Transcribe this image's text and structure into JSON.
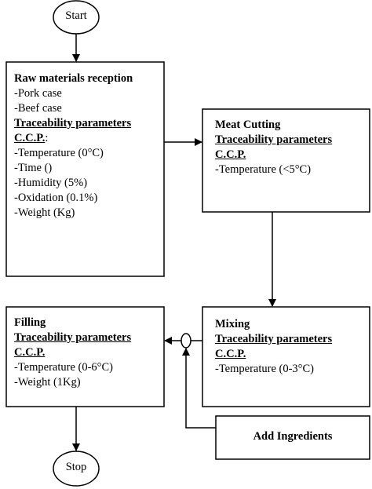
{
  "terminals": {
    "start": "Start",
    "stop": "Stop"
  },
  "steps": {
    "raw_materials": {
      "title": "Raw materials reception",
      "items": [
        "-Pork case",
        "-Beef case"
      ],
      "trace_heading": "Traceability parameters",
      "ccp_label": "C.C.P.",
      "ccp_colon": ":",
      "params": [
        "-Temperature (0°C)",
        "-Time ()",
        "-Humidity (5%)",
        "-Oxidation (0.1%)",
        "-Weight (Kg)"
      ]
    },
    "meat_cutting": {
      "title": "Meat Cutting",
      "trace_heading": "Traceability parameters",
      "ccp_label": "C.C.P.",
      "params": [
        "-Temperature (<5°C)"
      ]
    },
    "mixing": {
      "title": "Mixing",
      "trace_heading": "Traceability parameters",
      "ccp_label": "C.C.P.",
      "params": [
        "-Temperature (0-3°C)"
      ]
    },
    "filling": {
      "title": "Filling",
      "trace_heading": "Traceability parameters",
      "ccp_label": "C.C.P.",
      "params": [
        "-Temperature (0-6°C)",
        "-Weight (1Kg)"
      ]
    },
    "add_ingredients": {
      "title": "Add Ingredients"
    }
  }
}
